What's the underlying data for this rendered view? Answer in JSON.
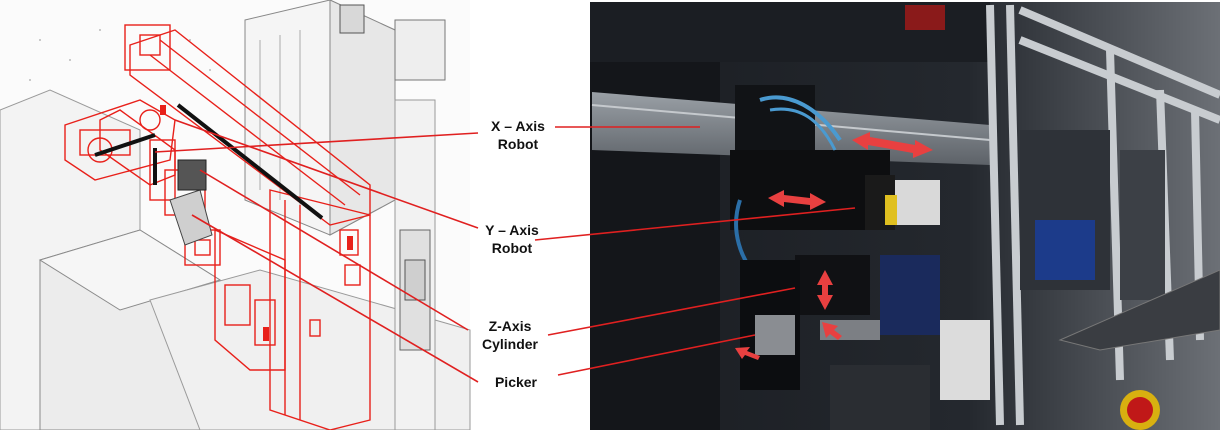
{
  "labels": {
    "x_axis": {
      "line1": "X – Axis",
      "line2": "Robot"
    },
    "y_axis": {
      "line1": "Y – Axis",
      "line2": "Robot"
    },
    "z_axis": {
      "line1": "Z-Axis",
      "line2": "Cylinder"
    },
    "picker": {
      "line1": "Picker"
    }
  },
  "colors": {
    "callout_line": "#e02020",
    "cad_outline": "#e8201a",
    "motion_arrow_photo": "#e84040",
    "motion_arrow_cad": "#111111"
  },
  "panels": {
    "left": "cad-drawing",
    "right": "machine-photo"
  }
}
